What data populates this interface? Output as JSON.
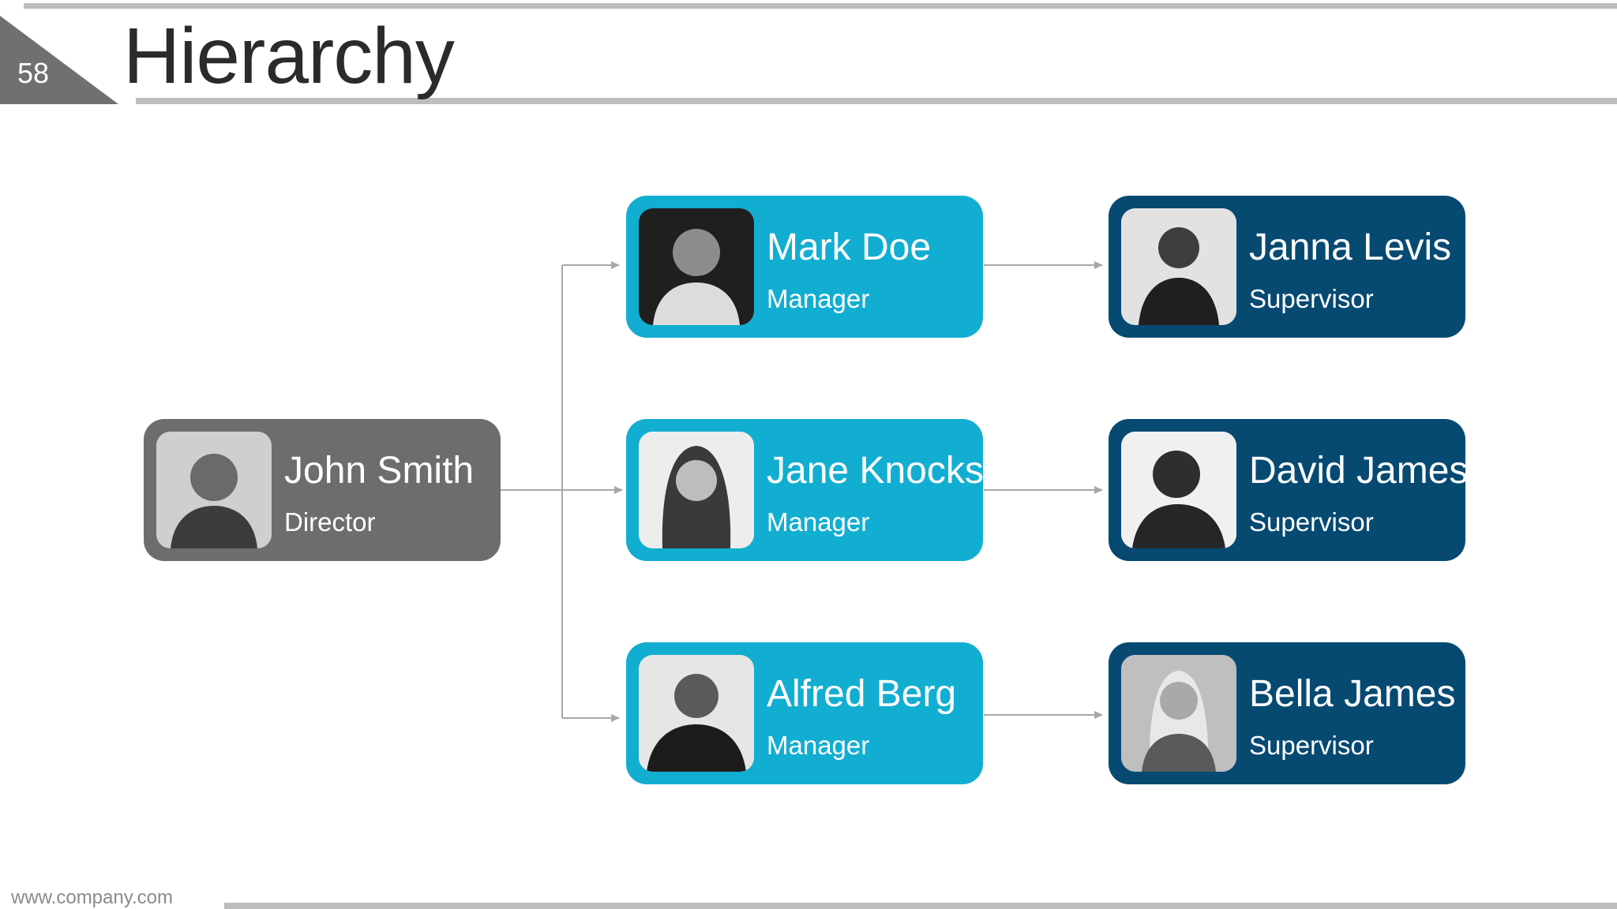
{
  "slide": {
    "number": "58",
    "title": "Hierarchy",
    "footer": "www.company.com"
  },
  "colors": {
    "director": "#6d6d6d",
    "manager": "#12aed1",
    "supervisor": "#064a72",
    "connector": "#a8a8a8",
    "rule": "#bdbdbd"
  },
  "director": {
    "name": "John Smith",
    "role": "Director"
  },
  "managers": [
    {
      "name": "Mark Doe",
      "role": "Manager"
    },
    {
      "name": "Jane Knocks",
      "role": "Manager"
    },
    {
      "name": "Alfred Berg",
      "role": "Manager"
    }
  ],
  "supervisors": [
    {
      "name": "Janna Levis",
      "role": "Supervisor"
    },
    {
      "name": "David James",
      "role": "Supervisor"
    },
    {
      "name": "Bella James",
      "role": "Supervisor"
    }
  ]
}
